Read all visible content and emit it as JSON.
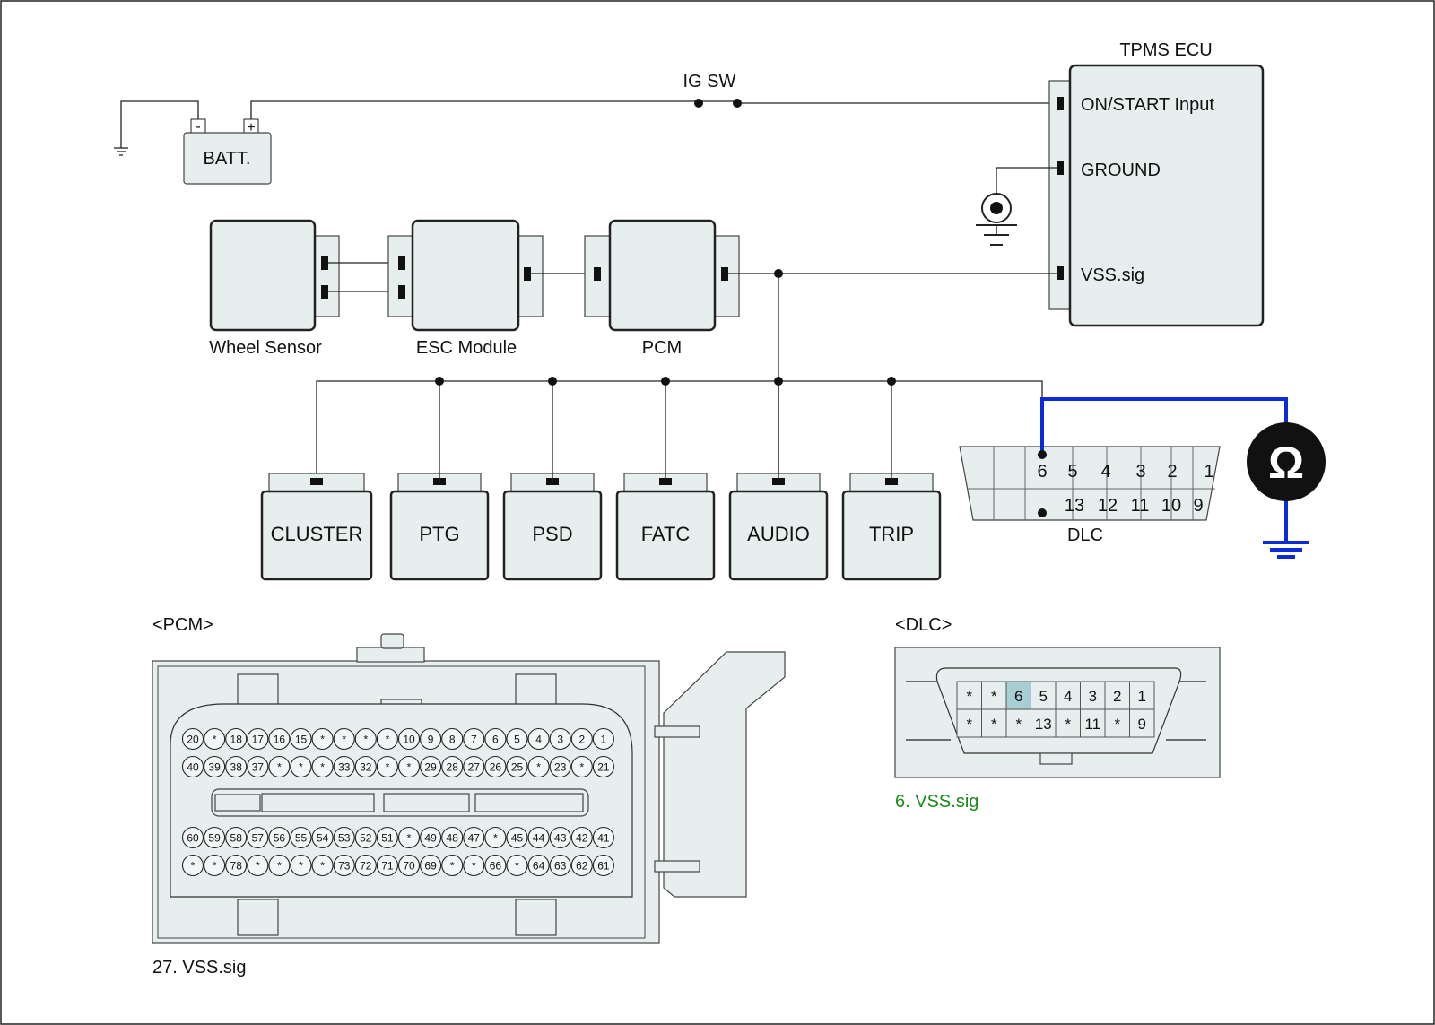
{
  "schematic": {
    "tpms_title": "TPMS ECU",
    "ig_sw": "IG SW",
    "battery": "BATT.",
    "battery_neg": "-",
    "battery_pos": "+",
    "tpms_pins": [
      "ON/START Input",
      "GROUND",
      "VSS.sig"
    ],
    "chain_modules": [
      "Wheel Sensor",
      "ESC Module",
      "PCM"
    ],
    "bus_modules": [
      "CLUSTER",
      "PTG",
      "PSD",
      "FATC",
      "AUDIO",
      "TRIP"
    ],
    "dlc_label": "DLC",
    "dlc_top_pins": [
      "6",
      "5",
      "4",
      "3",
      "2",
      "1"
    ],
    "dlc_bottom_pins": [
      "13",
      "12",
      "11",
      "10",
      "9"
    ],
    "ohmmeter_symbol": "Ω",
    "probe_color": "#0b2bd8"
  },
  "pcm_connector": {
    "title": "<PCM>",
    "rows": [
      [
        "20",
        "*",
        "18",
        "17",
        "16",
        "15",
        "*",
        "*",
        "*",
        "*",
        "10",
        "9",
        "8",
        "7",
        "6",
        "5",
        "4",
        "3",
        "2",
        "1"
      ],
      [
        "40",
        "39",
        "38",
        "37",
        "*",
        "*",
        "*",
        "33",
        "32",
        "*",
        "*",
        "29",
        "28",
        "27",
        "26",
        "25",
        "*",
        "23",
        "*",
        "21"
      ],
      [
        "60",
        "59",
        "58",
        "57",
        "56",
        "55",
        "54",
        "53",
        "52",
        "51",
        "*",
        "49",
        "48",
        "47",
        "*",
        "45",
        "44",
        "43",
        "42",
        "41"
      ],
      [
        "*",
        "*",
        "78",
        "*",
        "*",
        "*",
        "*",
        "73",
        "72",
        "71",
        "70",
        "69",
        "*",
        "*",
        "66",
        "*",
        "64",
        "63",
        "62",
        "61"
      ]
    ],
    "highlight_pin": "27",
    "highlight_color": "#a8cdd3",
    "caption": "27. VSS.sig"
  },
  "dlc_connector": {
    "title": "<DLC>",
    "rows": [
      [
        "*",
        "*",
        "6",
        "5",
        "4",
        "3",
        "2",
        "1"
      ],
      [
        "*",
        "*",
        "*",
        "13",
        "*",
        "11",
        "*",
        "9"
      ]
    ],
    "highlight_pin": "6",
    "highlight_color": "#a8cdd3",
    "caption": "6. VSS.sig",
    "caption_color": "#1a8a1a"
  }
}
